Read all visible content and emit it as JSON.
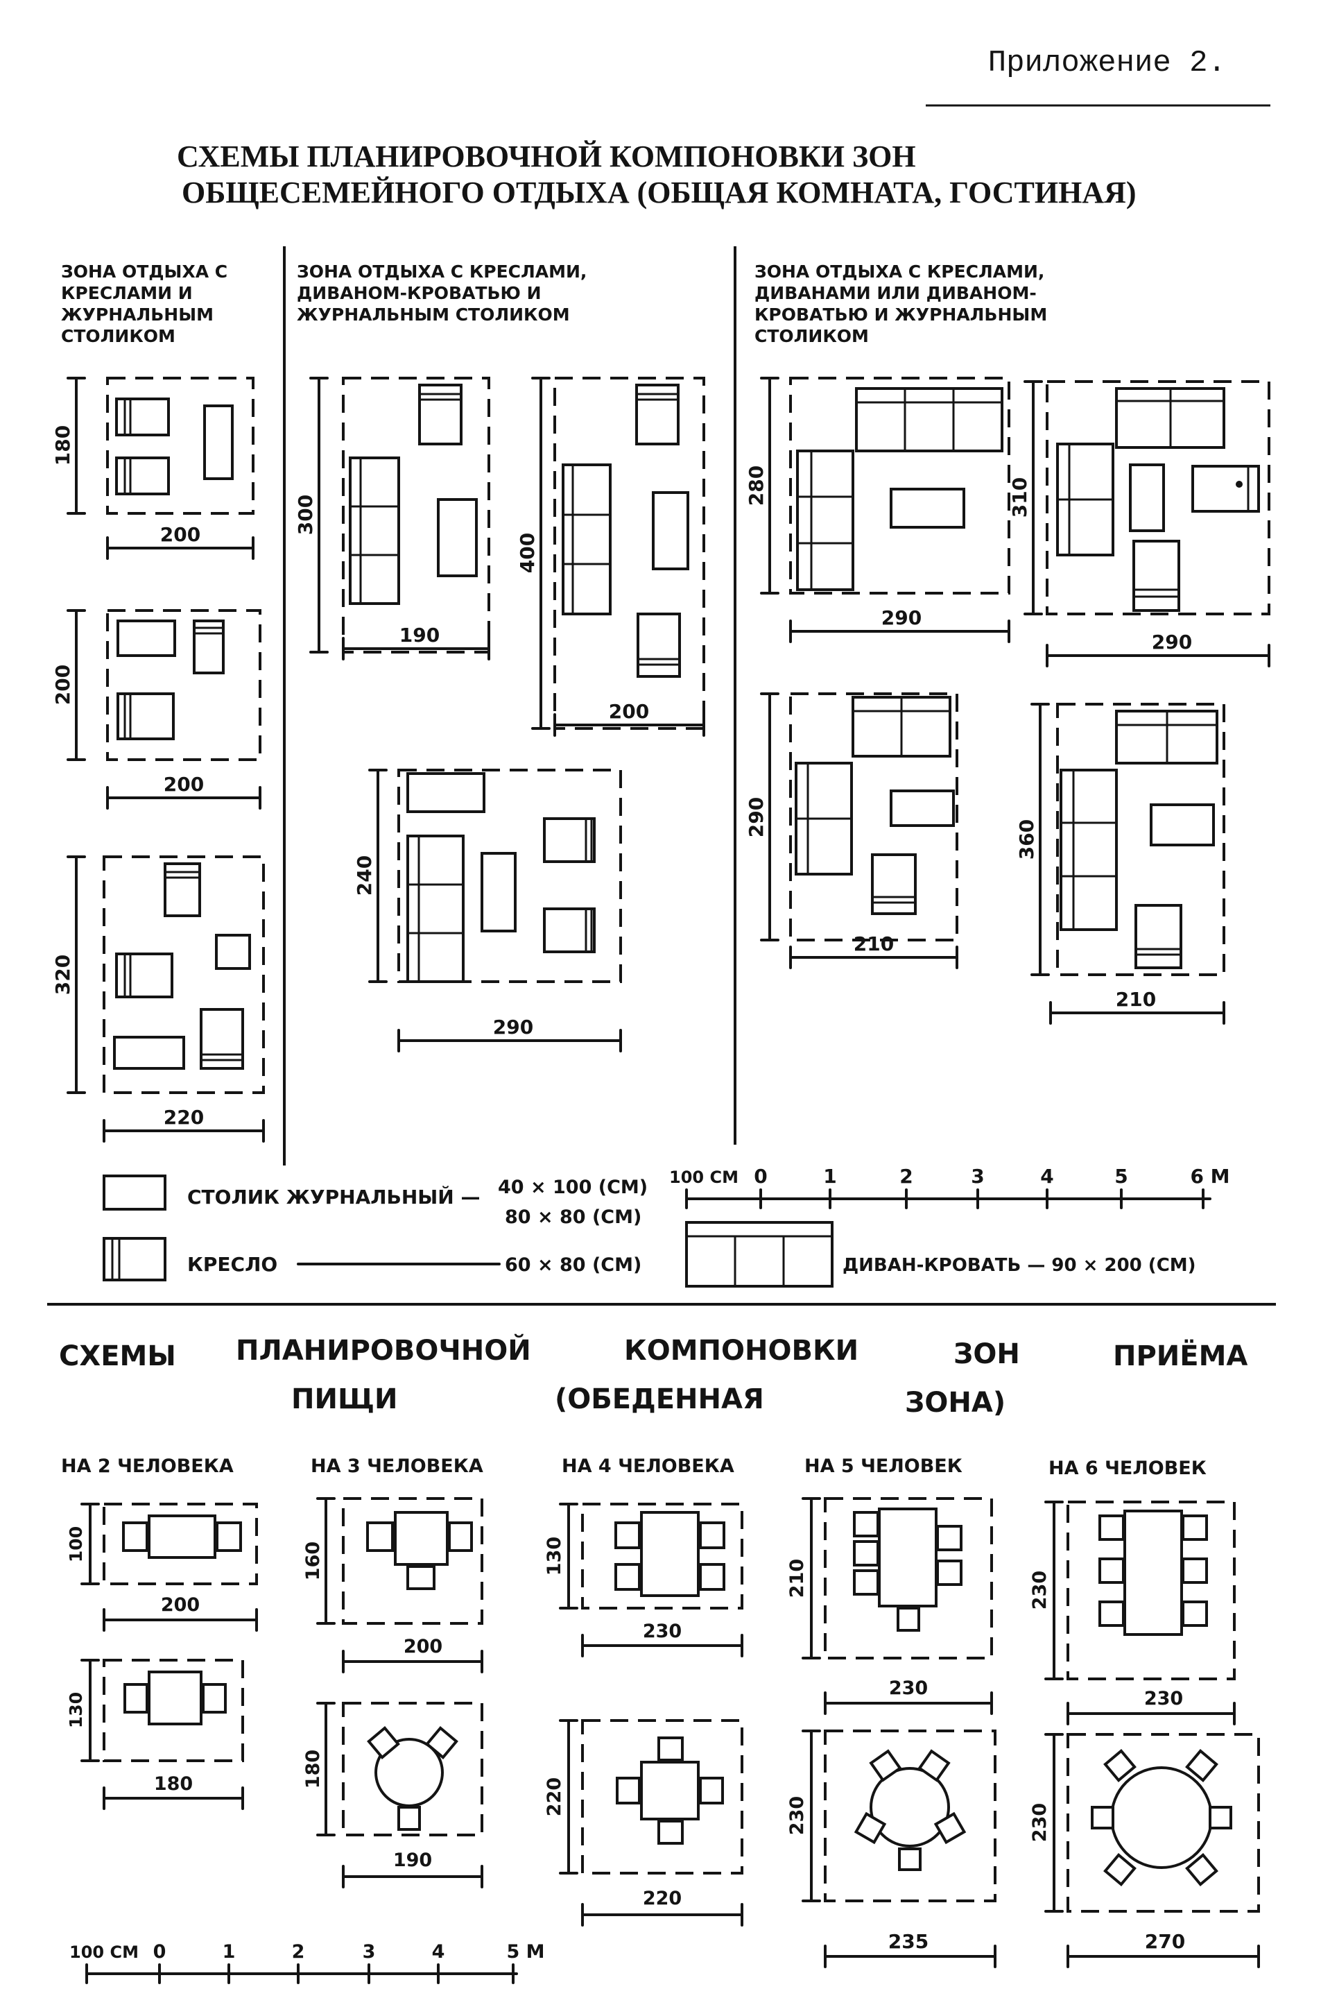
{
  "appendix": "Приложение 2.",
  "title": {
    "line1": "СХЕМЫ ПЛАНИРОВОЧНОЙ КОМПОНОВКИ ЗОН",
    "line2": "ОБЩЕСЕМЕЙНОГО ОТДЫХА (ОБЩАЯ КОМНАТА, ГОСТИНАЯ)"
  },
  "columns": {
    "col1": [
      "ЗОНА ОТДЫХА С",
      "КРЕСЛАМИ И",
      "ЖУРНАЛЬНЫМ",
      "СТОЛИКОМ"
    ],
    "col2": [
      "ЗОНА ОТДЫХА С КРЕСЛАМИ,",
      "ДИВАНОМ-КРОВАТЬЮ И",
      "ЖУРНАЛЬНЫМ СТОЛИКОМ"
    ],
    "col3": [
      "ЗОНА ОТДЫХА С КРЕСЛАМИ,",
      "ДИВАНАМИ ИЛИ ДИВАНОМ-",
      "КРОВАТЬЮ И ЖУРНАЛЬНЫМ",
      "СТОЛИКОМ"
    ]
  },
  "living": {
    "l1": {
      "h": "180",
      "w": "200"
    },
    "l2": {
      "h": "200",
      "w": "200"
    },
    "l3": {
      "h": "320",
      "w": "220"
    },
    "m1": {
      "h": "300",
      "w": "190"
    },
    "m2": {
      "h": "400",
      "w": "200"
    },
    "m3": {
      "h": "240",
      "w": "290"
    },
    "r1": {
      "h": "280",
      "w": "290"
    },
    "r2": {
      "h": "310",
      "w": "290"
    },
    "r3": {
      "h": "290",
      "w": "210"
    },
    "r4": {
      "h": "360",
      "w": "210"
    }
  },
  "legend": {
    "table_label": "СТОЛИК ЖУРНАЛЬНЫЙ —",
    "table_size1": "40 × 100 (СМ)",
    "table_size2": "80 × 80 (СМ)",
    "chair_label": "КРЕСЛО",
    "chair_size": "60 × 80 (СМ)",
    "sofa_label": "ДИВАН-КРОВАТЬ — 90 × 200 (СМ)"
  },
  "scale_top": {
    "label": "100 СМ",
    "ticks": [
      "0",
      "1",
      "2",
      "3",
      "4",
      "5",
      "6 М"
    ]
  },
  "dining": {
    "title_words": [
      "СХЕМЫ",
      "ПЛАНИРОВОЧНОЙ",
      "КОМПОНОВКИ",
      "ЗОН",
      "ПРИЁМА"
    ],
    "title_line2": [
      "ПИЩИ",
      "(ОБЕДЕННАЯ",
      "ЗОНА)"
    ],
    "heads": [
      "НА 2 ЧЕЛОВЕКА",
      "НА 3 ЧЕЛОВЕКА",
      "НА 4 ЧЕЛОВЕКА",
      "НА 5 ЧЕЛОВЕК",
      "НА 6 ЧЕЛОВЕК"
    ],
    "p2a": {
      "h": "100",
      "w": "200"
    },
    "p2b": {
      "h": "130",
      "w": "180"
    },
    "p3a": {
      "h": "160",
      "w": "200"
    },
    "p3b": {
      "h": "180",
      "w": "190"
    },
    "p4a": {
      "h": "130",
      "w": "230"
    },
    "p4b": {
      "h": "220",
      "w": "220"
    },
    "p5a": {
      "h": "210",
      "w": "230"
    },
    "p5b": {
      "h": "230",
      "w": "235"
    },
    "p6a": {
      "h": "230",
      "w": "230"
    },
    "p6b": {
      "h": "230",
      "w": "270"
    }
  },
  "scale_bottom": {
    "label": "100 СМ",
    "ticks": [
      "0",
      "1",
      "2",
      "3",
      "4",
      "5 М"
    ]
  }
}
